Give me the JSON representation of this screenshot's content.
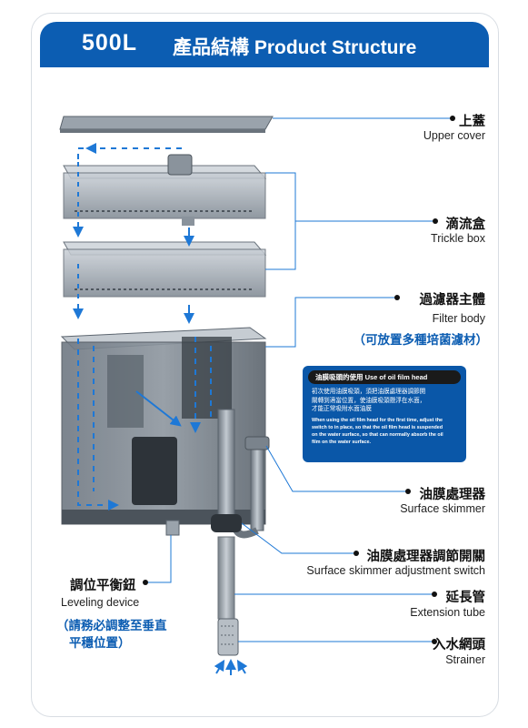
{
  "header": {
    "model": "500L",
    "title": "產品結構 Product Structure"
  },
  "colors": {
    "brand_blue": "#0c5db2",
    "arrow_blue": "#1e78d6",
    "leader_line": "#1e78d6",
    "housing_gray": "#5d6670",
    "card_border": "#d8dde3"
  },
  "parts": {
    "upper_cover": {
      "zh": "上蓋",
      "en": "Upper cover"
    },
    "trickle_box": {
      "zh": "滴流盒",
      "en": "Trickle box"
    },
    "filter_body": {
      "zh": "過濾器主體",
      "en": "Filter body",
      "note": "（可放置多種培菌濾材）"
    },
    "surface_skimmer": {
      "zh": "油膜處理器",
      "en": "Surface skimmer"
    },
    "skimmer_switch": {
      "zh": "油膜處理器調節開關",
      "en": "Surface skimmer adjustment switch"
    },
    "extension_tube": {
      "zh": "延長管",
      "en": "Extension tube"
    },
    "strainer": {
      "zh": "入水網頭",
      "en": "Strainer"
    },
    "leveling_device": {
      "zh": "調位平衡鈕",
      "en": "Leveling device",
      "note_line1": "（請務必調整至垂直",
      "note_line2": "平穩位置）"
    }
  },
  "oil_film": {
    "title": "油膜吸頭的使用  Use of oil film head",
    "zh_line1": "初次使用油膜吸頭，須把油膜處理器調節開",
    "zh_line2": "關轉到適當位置，使油膜吸頭懸浮在水面，",
    "zh_line3": "才能正常吸附水面油膜",
    "en_line1": "When using the oil film head for the first time, adjust the",
    "en_line2": "switch to in place, so that the oil film head is suspended",
    "en_line3": "on the water surface, so that can normally absorb the oil",
    "en_line4": "film on the water surface."
  },
  "icons": [
    "flow-arrow-icon",
    "label-dot-icon"
  ]
}
